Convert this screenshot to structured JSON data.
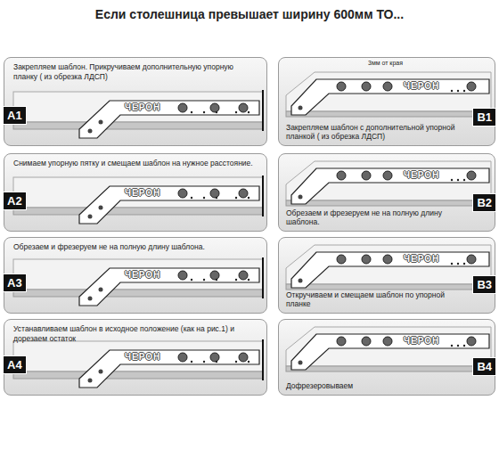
{
  "diagram": {
    "title": "Если столешница превышает ширину 600мм ТО...",
    "nodes": [
      {
        "text": [
          "Закрепляем шаблон. Прикручиваем дополнительную упорную планку ( из обрезка ЛДСП)"
        ]
      },
      {
        "text": [
          "A1"
        ],
        "in": 0
      },
      {
        "text": [
          "Закрепляем шаблон с дополнительной упорной планкой ( из обрезка ЛДСП)"
        ]
      },
      {
        "text": [
          "B1"
        ],
        "in": 2
      },
      {
        "text": [
          "Снимаем упорную пятку и смещаем шаблон на нужное расстояние."
        ]
      },
      {
        "text": [
          "A2"
        ],
        "in": 4
      },
      {
        "text": [
          "Обрезаем и фрезеруем не на полную длину шаблона."
        ]
      },
      {
        "text": [
          "B2"
        ],
        "in": 6
      },
      {
        "text": [
          "Обрезаем и фрезеруем не на полную длину шаблона."
        ]
      },
      {
        "text": [
          "A3"
        ],
        "in": 8
      },
      {
        "text": [
          "Откручиваем и смещаем шаблон по упорной планке"
        ]
      },
      {
        "text": [
          "B3"
        ],
        "in": 10
      },
      {
        "text": [
          "Устанавливаем шаблон в исходное положение (как на рис.1) и дорезаем остаток"
        ]
      },
      {
        "text": [
          "A4"
        ],
        "in": 12
      },
      {
        "text": [
          "Дофрезеровываем"
        ]
      },
      {
        "text": [
          "B4"
        ],
        "in": 14
      }
    ],
    "labels": [
      "3мм от края",
      "ЧЕРОН",
      "ЧЕРОН",
      "ЧЕРОН",
      "ЧЕРОН",
      "ЧЕРОН",
      "ЧЕРОН",
      "ЧЕРОН",
      "ЧЕРОН"
    ]
  }
}
